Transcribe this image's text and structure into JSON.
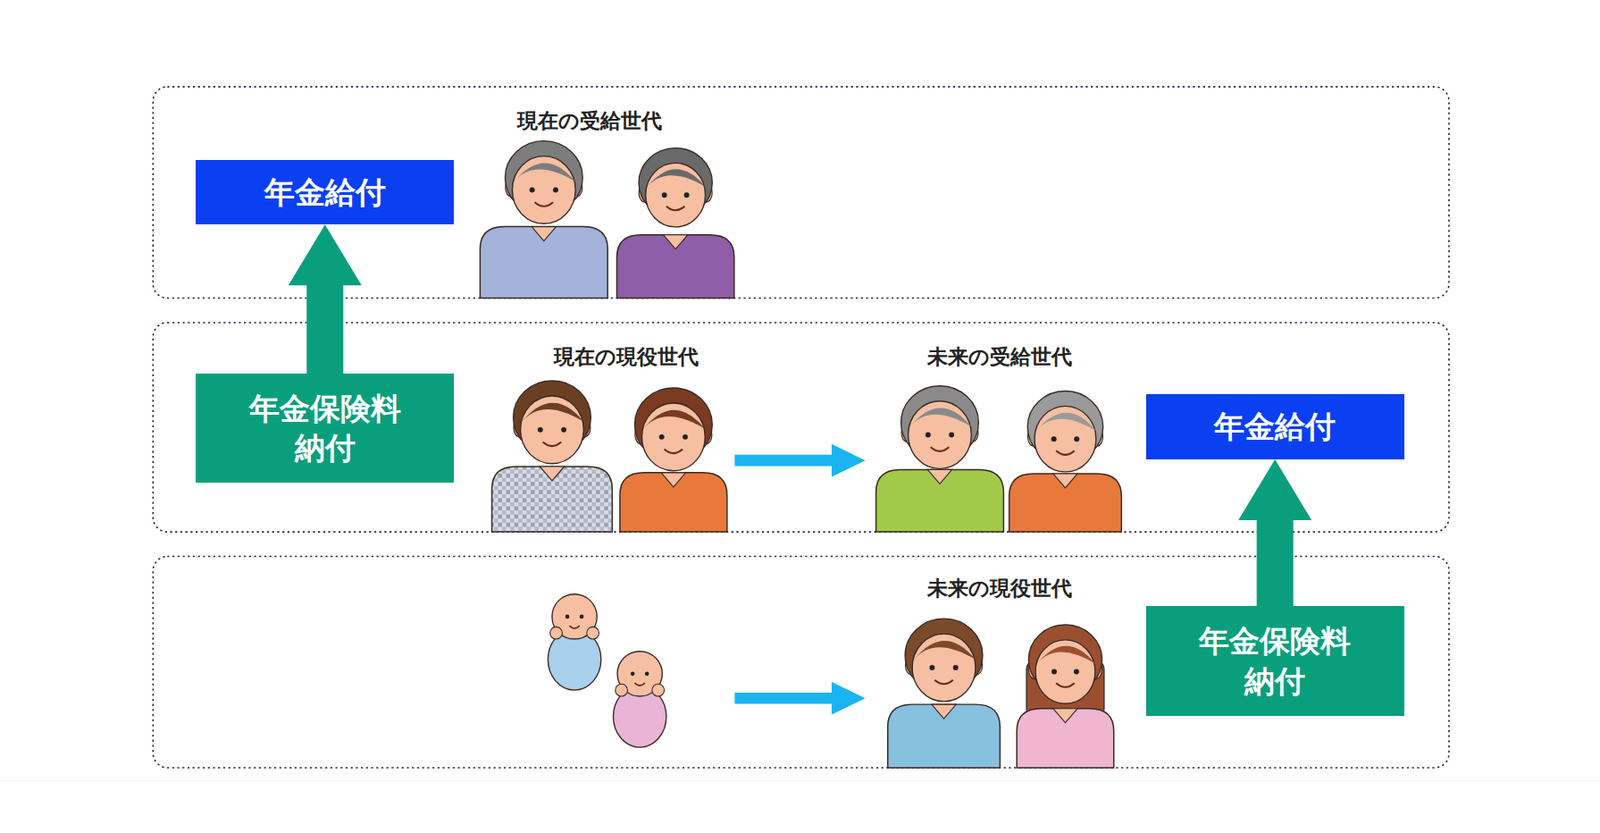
{
  "diagram": {
    "nodes": [
      {
        "text": [
          "年金給付"
        ]
      },
      {
        "text": [
          "年金保険料 納付"
        ]
      },
      {
        "text": [
          "年金給付"
        ]
      },
      {
        "text": [
          "年金保険料 納付"
        ]
      }
    ],
    "edges": [
      {
        "from": 1,
        "to": 0,
        "arrow": "to"
      },
      {
        "from": 3,
        "to": 2,
        "arrow": "to"
      }
    ],
    "labels": [
      "現在の受給世代",
      "現在の現役世代",
      "未来の受給世代",
      "未来の現役世代"
    ]
  }
}
